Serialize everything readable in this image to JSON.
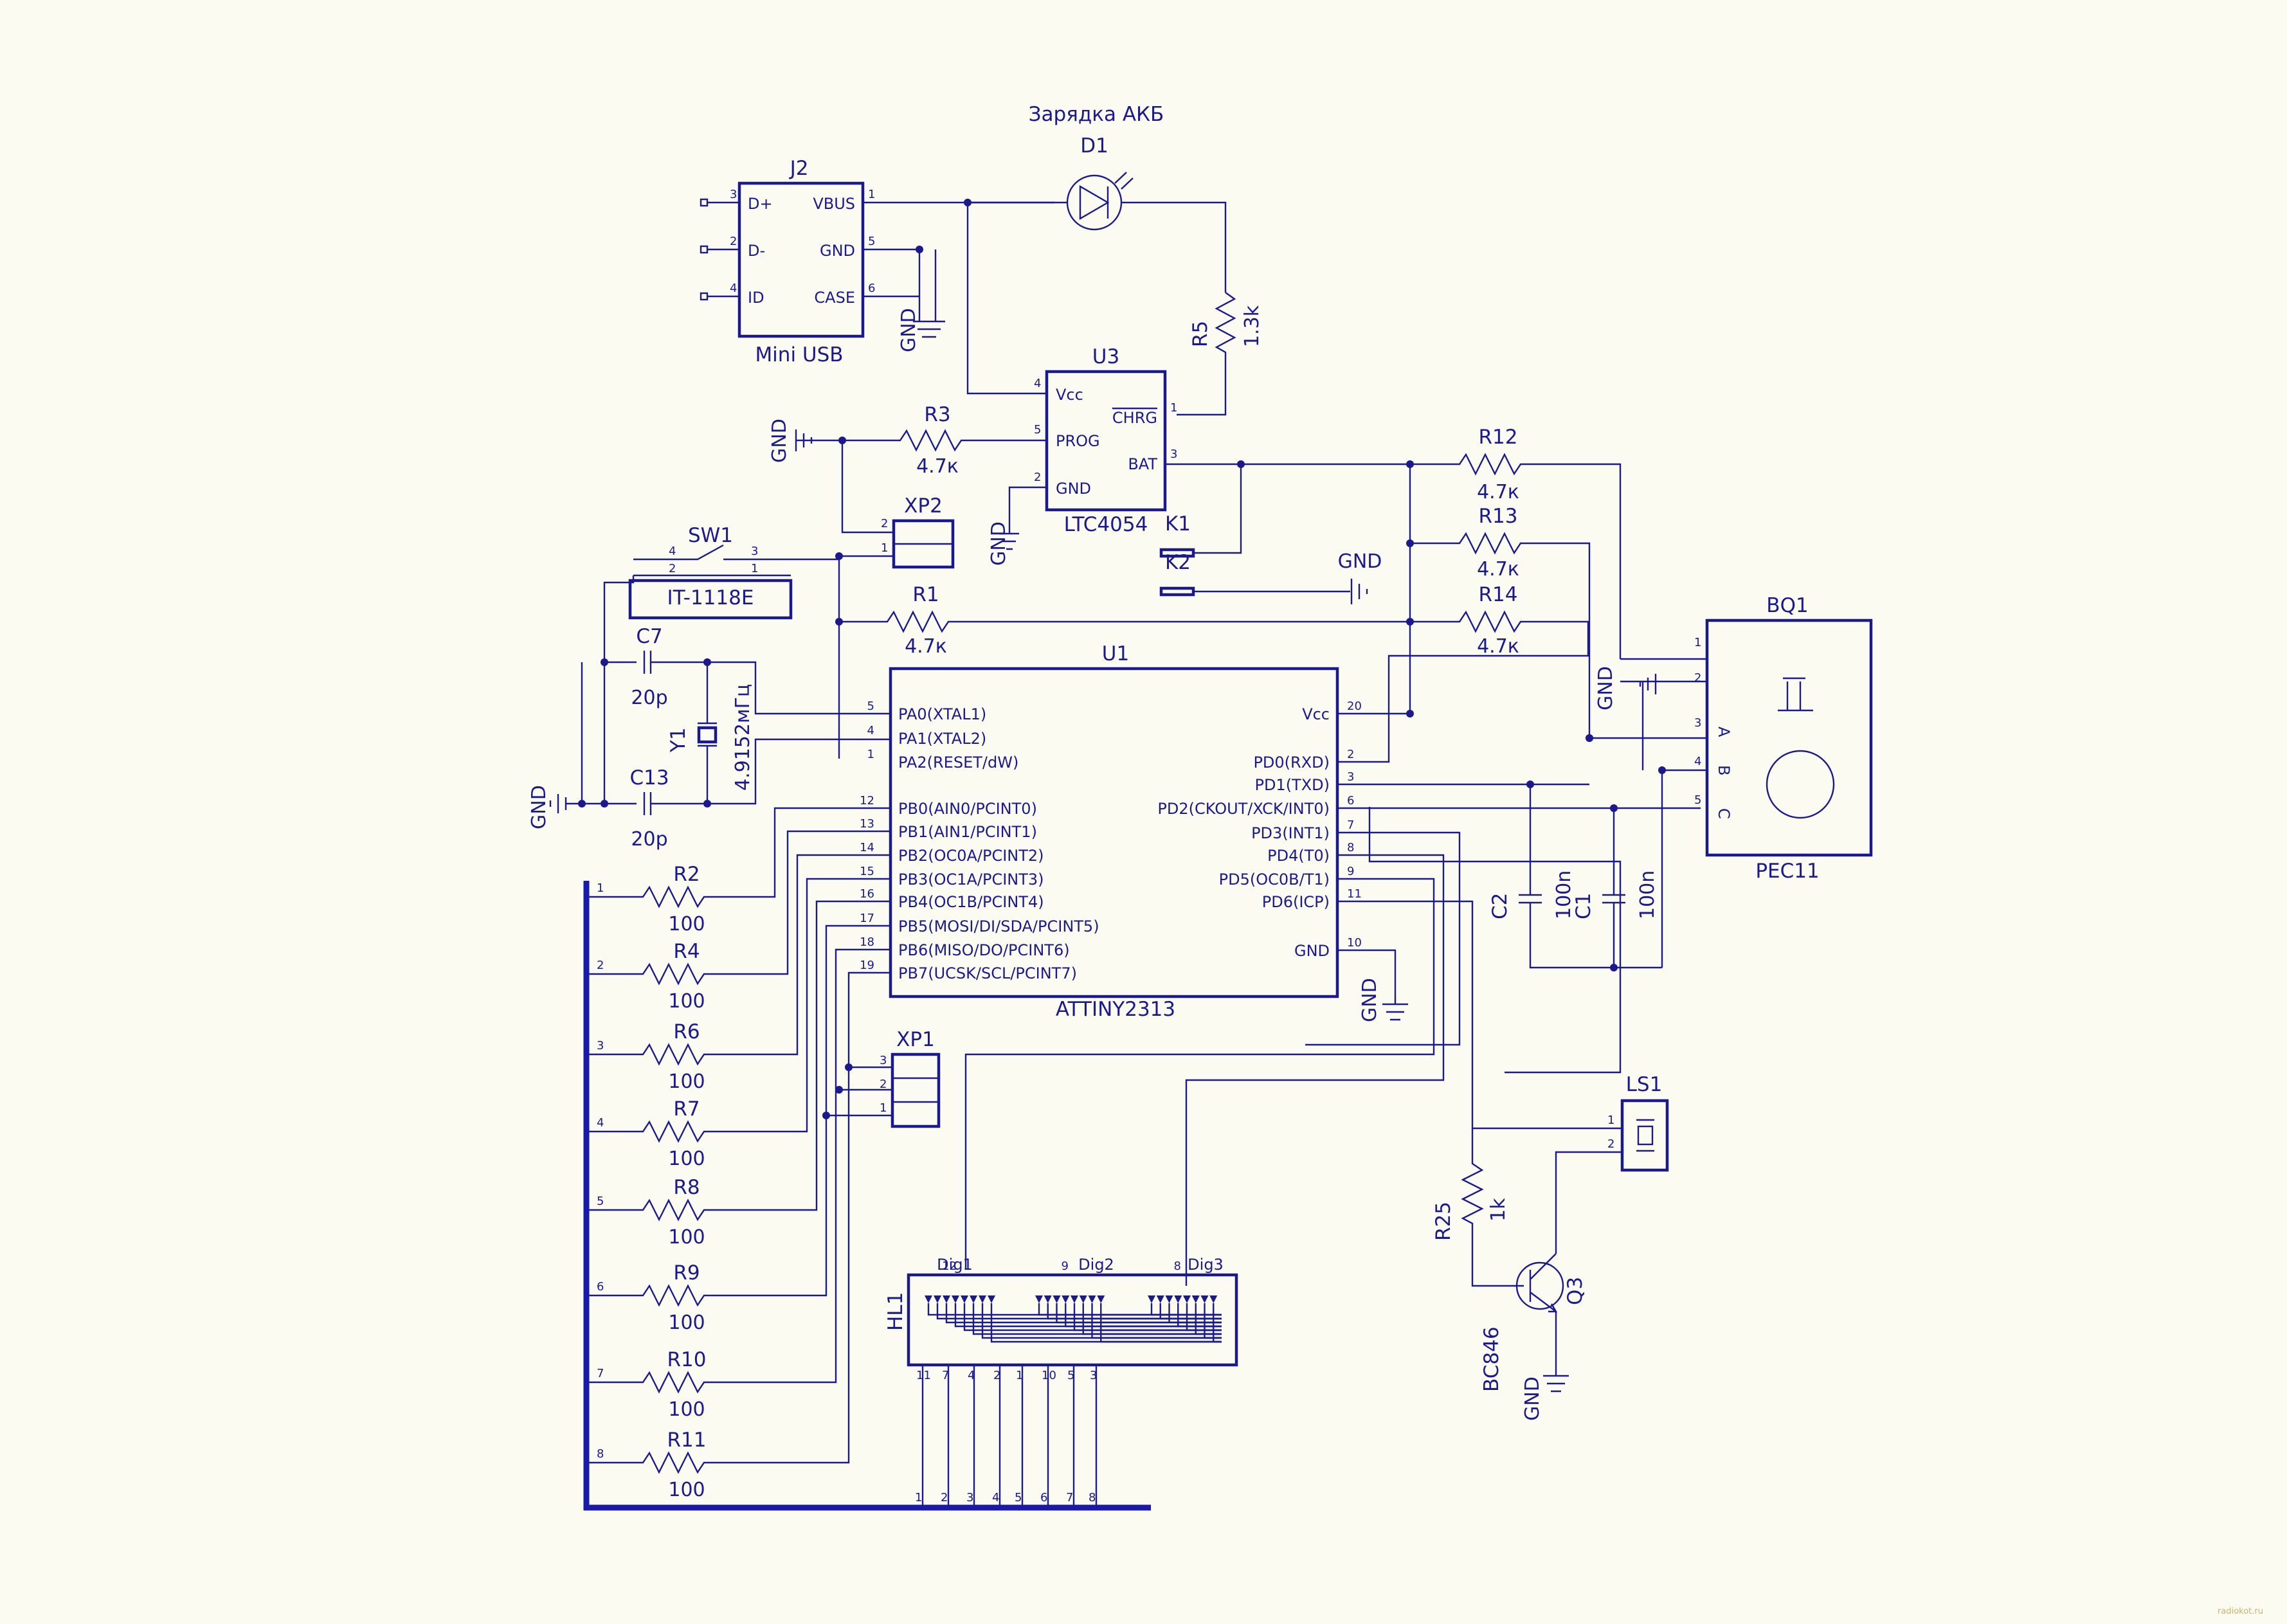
{
  "title": "Зарядка АКБ",
  "components": {
    "J2": {
      "ref": "J2",
      "name": "Mini USB",
      "pins": [
        "D+",
        "D-",
        "ID",
        "VBUS",
        "GND",
        "CASE"
      ],
      "pin_nums": [
        "3",
        "2",
        "4",
        "1",
        "5",
        "6"
      ]
    },
    "D1": {
      "ref": "D1"
    },
    "R5": {
      "ref": "R5",
      "value": "1.3k"
    },
    "U3": {
      "ref": "U3",
      "name": "LTC4054",
      "pins": [
        "Vcc",
        "PROG",
        "GND",
        "CHRG",
        "BAT"
      ],
      "pin_nums": [
        "4",
        "5",
        "2",
        "1",
        "3"
      ]
    },
    "R3": {
      "ref": "R3",
      "value": "4.7к"
    },
    "XP2": {
      "ref": "XP2",
      "pin_nums": [
        "2",
        "1"
      ]
    },
    "K1": {
      "ref": "K1"
    },
    "K2": {
      "ref": "K2"
    },
    "SW1": {
      "ref": "SW1",
      "name": "IT-1118E",
      "pin_nums": [
        "4",
        "3",
        "2",
        "1"
      ]
    },
    "R1": {
      "ref": "R1",
      "value": "4.7к"
    },
    "R12": {
      "ref": "R12",
      "value": "4.7к"
    },
    "R13": {
      "ref": "R13",
      "value": "4.7к"
    },
    "R14": {
      "ref": "R14",
      "value": "4.7к"
    },
    "C7": {
      "ref": "C7",
      "value": "20p"
    },
    "C13": {
      "ref": "C13",
      "value": "20p"
    },
    "Y1": {
      "ref": "Y1",
      "value": "4.9152мГц"
    },
    "U1": {
      "ref": "U1",
      "name": "ATTINY2313",
      "left_pins": [
        {
          "n": "5",
          "l": "PA0(XTAL1)"
        },
        {
          "n": "4",
          "l": "PA1(XTAL2)"
        },
        {
          "n": "1",
          "l": "PA2(RESET/dW)"
        },
        {
          "n": "12",
          "l": "PB0(AIN0/PCINT0)"
        },
        {
          "n": "13",
          "l": "PB1(AIN1/PCINT1)"
        },
        {
          "n": "14",
          "l": "PB2(OC0A/PCINT2)"
        },
        {
          "n": "15",
          "l": "PB3(OC1A/PCINT3)"
        },
        {
          "n": "16",
          "l": "PB4(OC1B/PCINT4)"
        },
        {
          "n": "17",
          "l": "PB5(MOSI/DI/SDA/PCINT5)"
        },
        {
          "n": "18",
          "l": "PB6(MISO/DO/PCINT6)"
        },
        {
          "n": "19",
          "l": "PB7(UCSK/SCL/PCINT7)"
        }
      ],
      "right_pins": [
        {
          "n": "20",
          "l": "Vcc"
        },
        {
          "n": "2",
          "l": "PD0(RXD)"
        },
        {
          "n": "3",
          "l": "PD1(TXD)"
        },
        {
          "n": "6",
          "l": "PD2(CKOUT/XCK/INT0)"
        },
        {
          "n": "7",
          "l": "PD3(INT1)"
        },
        {
          "n": "8",
          "l": "PD4(T0)"
        },
        {
          "n": "9",
          "l": "PD5(OC0B/T1)"
        },
        {
          "n": "11",
          "l": "PD6(ICP)"
        },
        {
          "n": "10",
          "l": "GND"
        }
      ]
    },
    "bus_resistors": [
      {
        "ref": "R2",
        "value": "100",
        "bus": "1"
      },
      {
        "ref": "R4",
        "value": "100",
        "bus": "2"
      },
      {
        "ref": "R6",
        "value": "100",
        "bus": "3"
      },
      {
        "ref": "R7",
        "value": "100",
        "bus": "4"
      },
      {
        "ref": "R8",
        "value": "100",
        "bus": "5"
      },
      {
        "ref": "R9",
        "value": "100",
        "bus": "6"
      },
      {
        "ref": "R10",
        "value": "100",
        "bus": "7"
      },
      {
        "ref": "R11",
        "value": "100",
        "bus": "8"
      }
    ],
    "XP1": {
      "ref": "XP1",
      "pin_nums": [
        "3",
        "2",
        "1"
      ]
    },
    "BQ1": {
      "ref": "BQ1",
      "name": "PEC11",
      "pins": [
        "A",
        "B",
        "C"
      ],
      "pin_nums": [
        "1",
        "2",
        "3",
        "4",
        "5"
      ]
    },
    "C1": {
      "ref": "C1",
      "value": "100n"
    },
    "C2": {
      "ref": "C2",
      "value": "100n"
    },
    "LS1": {
      "ref": "LS1",
      "pin_nums": [
        "1",
        "2"
      ]
    },
    "R25": {
      "ref": "R25",
      "value": "1k"
    },
    "Q3": {
      "ref": "Q3",
      "name": "BC846"
    },
    "HL1": {
      "ref": "HL1",
      "digits": [
        "Dig1",
        "Dig2",
        "Dig3"
      ],
      "digit_pins": [
        "12",
        "9",
        "8"
      ],
      "bottom_pins": [
        "11",
        "7",
        "4",
        "2",
        "1",
        "10",
        "5",
        "3"
      ],
      "bus_pins": [
        "1",
        "2",
        "3",
        "4",
        "5",
        "6",
        "7",
        "8"
      ]
    }
  },
  "gnd_label": "GND",
  "watermark": "radiokot.ru"
}
